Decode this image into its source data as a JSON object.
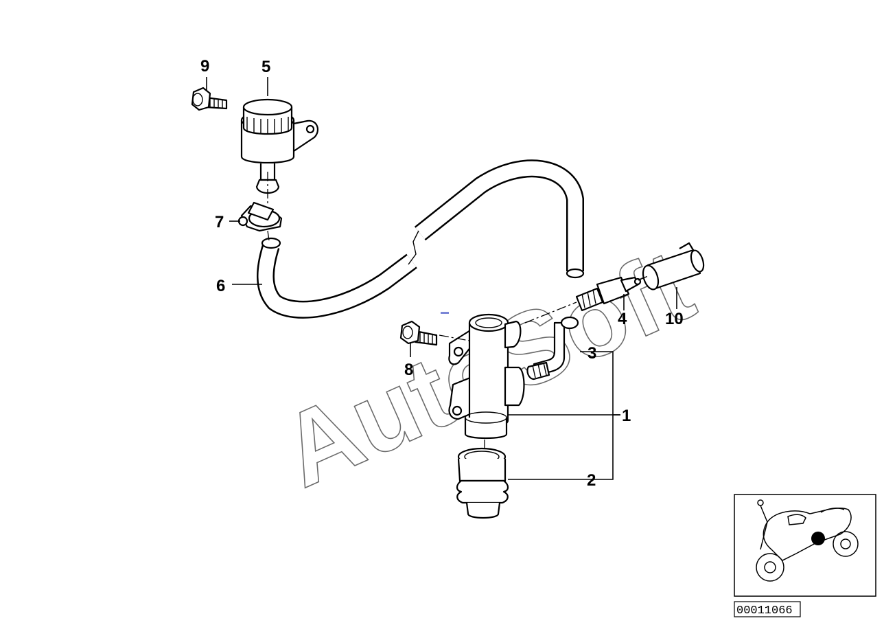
{
  "callouts": [
    "1",
    "2",
    "3",
    "4",
    "5",
    "6",
    "7",
    "8",
    "9",
    "10"
  ],
  "watermark": "AutoSoft",
  "reference_number": "00011066",
  "thumbnail_marker_color": "#000000",
  "watermark_color": "#6b6b6b"
}
